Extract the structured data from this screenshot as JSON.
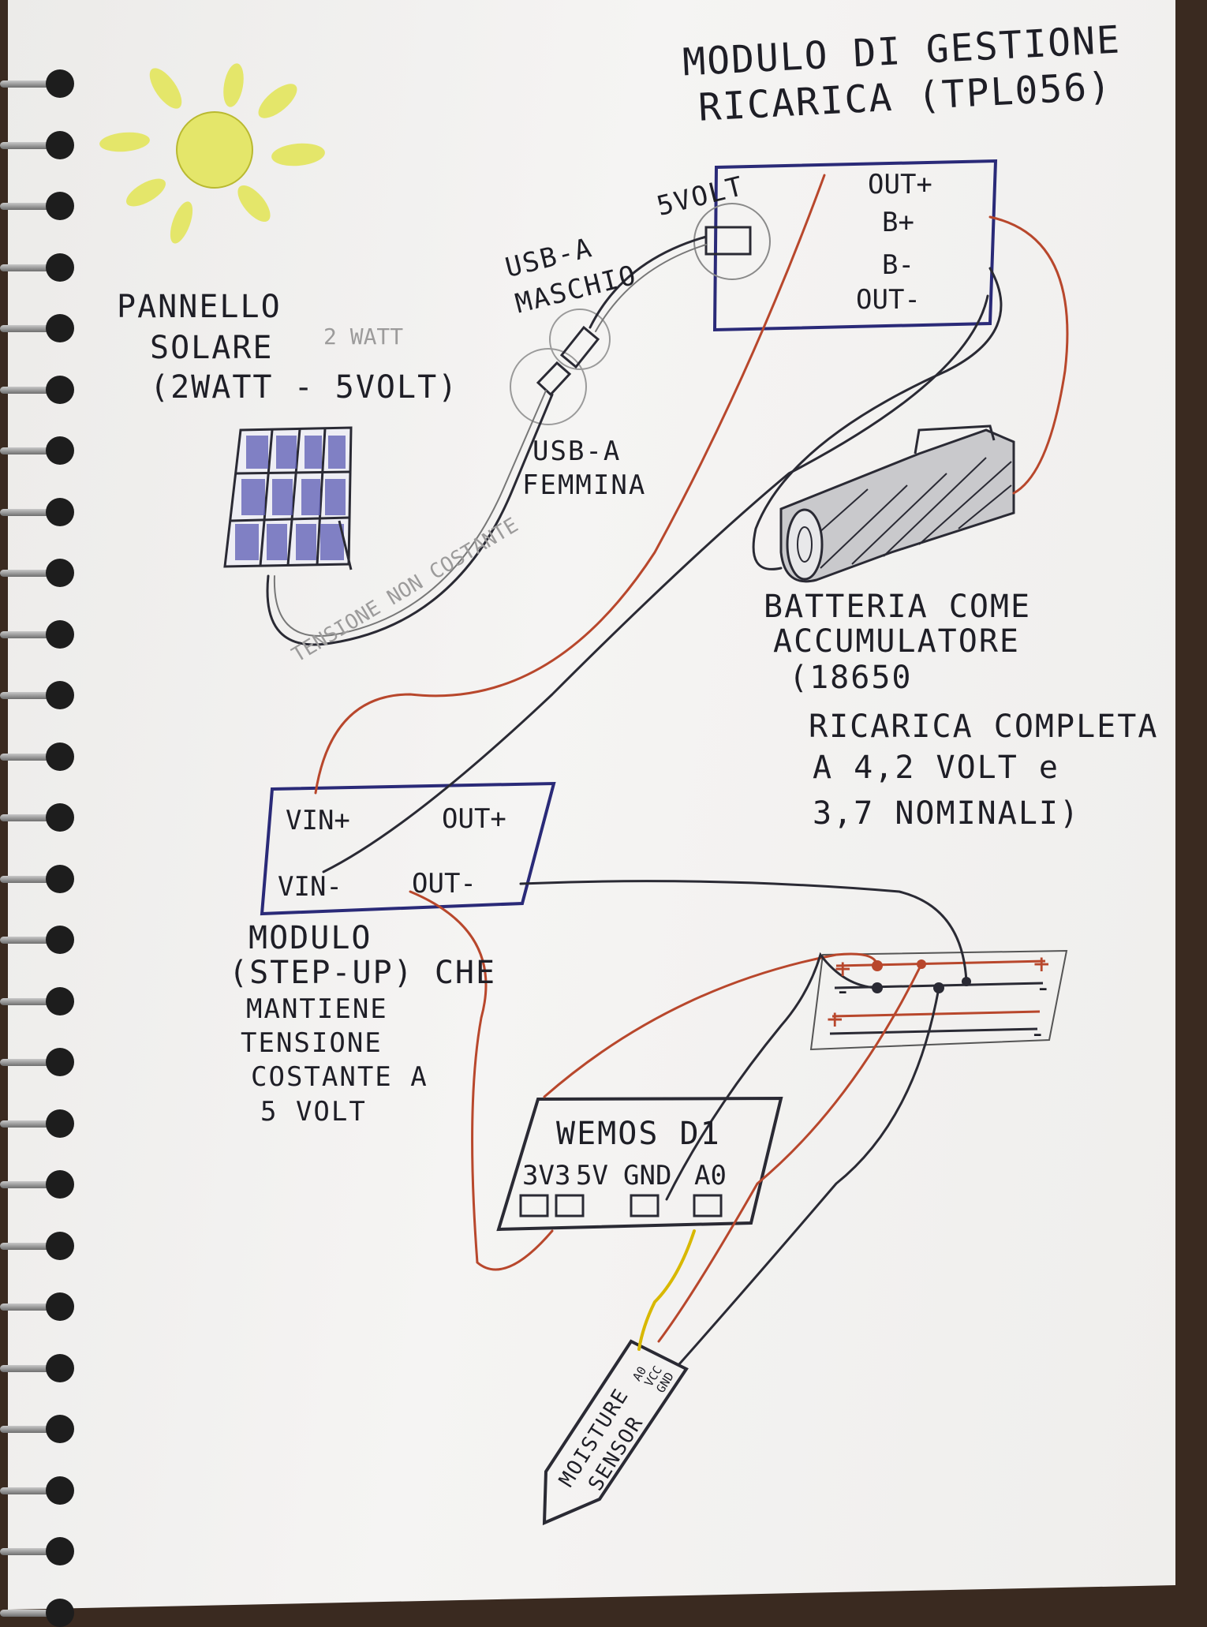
{
  "title_line1": "MODULO DI GESTIONE",
  "title_line2": "RICARICA (TPL056)",
  "charger_module": {
    "input_label": "5VOLT",
    "pins": [
      "OUT+",
      "B+",
      "B-",
      "OUT-"
    ]
  },
  "usb_male_line1": "USB-A",
  "usb_male_line2": "MASCHIO",
  "usb_female_line1": "USB-A",
  "usb_female_line2": "FEMMINA",
  "panel_line1": "PANNELLO",
  "panel_line2": "SOLARE",
  "panel_line3": "(2WATT - 5VOLT)",
  "faint_watt": "2 WATT",
  "unstable_voltage_note": "TENSIONE NON COSTANTE",
  "battery_lines": [
    "BATTERIA COME",
    "ACCUMULATORE",
    "(18650",
    "RICARICA COMPLETA",
    "A 4,2 VOLT e",
    "3,7 NOMINALI)"
  ],
  "stepup_pins": {
    "vin_plus": "VIN+",
    "vin_minus": "VIN-",
    "out_plus": "OUT+",
    "out_minus": "OUT-"
  },
  "stepup_lines": [
    "MODULO",
    "(STEP-UP) CHE",
    "MANTIENE",
    "TENSIONE",
    "COSTANTE A",
    "5 VOLT"
  ],
  "breadboard": {
    "top_left_plus": "+",
    "top_left_minus": "-",
    "top_right_plus": "+",
    "top_right_minus": "-",
    "bottom_left_plus": "+",
    "bottom_right_minus": "-"
  },
  "wemos": {
    "title": "WEMOS D1",
    "pins": [
      "3V3",
      "5V",
      "GND",
      "A0"
    ]
  },
  "sensor": {
    "line1": "MOISTURE",
    "line2": "SENSOR",
    "pins": [
      "A0",
      "VCC",
      "GND"
    ]
  },
  "colors": {
    "ink": "#1e1e26",
    "blue_ink": "#2a2a78",
    "red_wire": "#b8472c",
    "yellow_wire": "#d8b800",
    "sun_yellow": "#e2e25a",
    "paper": "#f2f1f0"
  }
}
